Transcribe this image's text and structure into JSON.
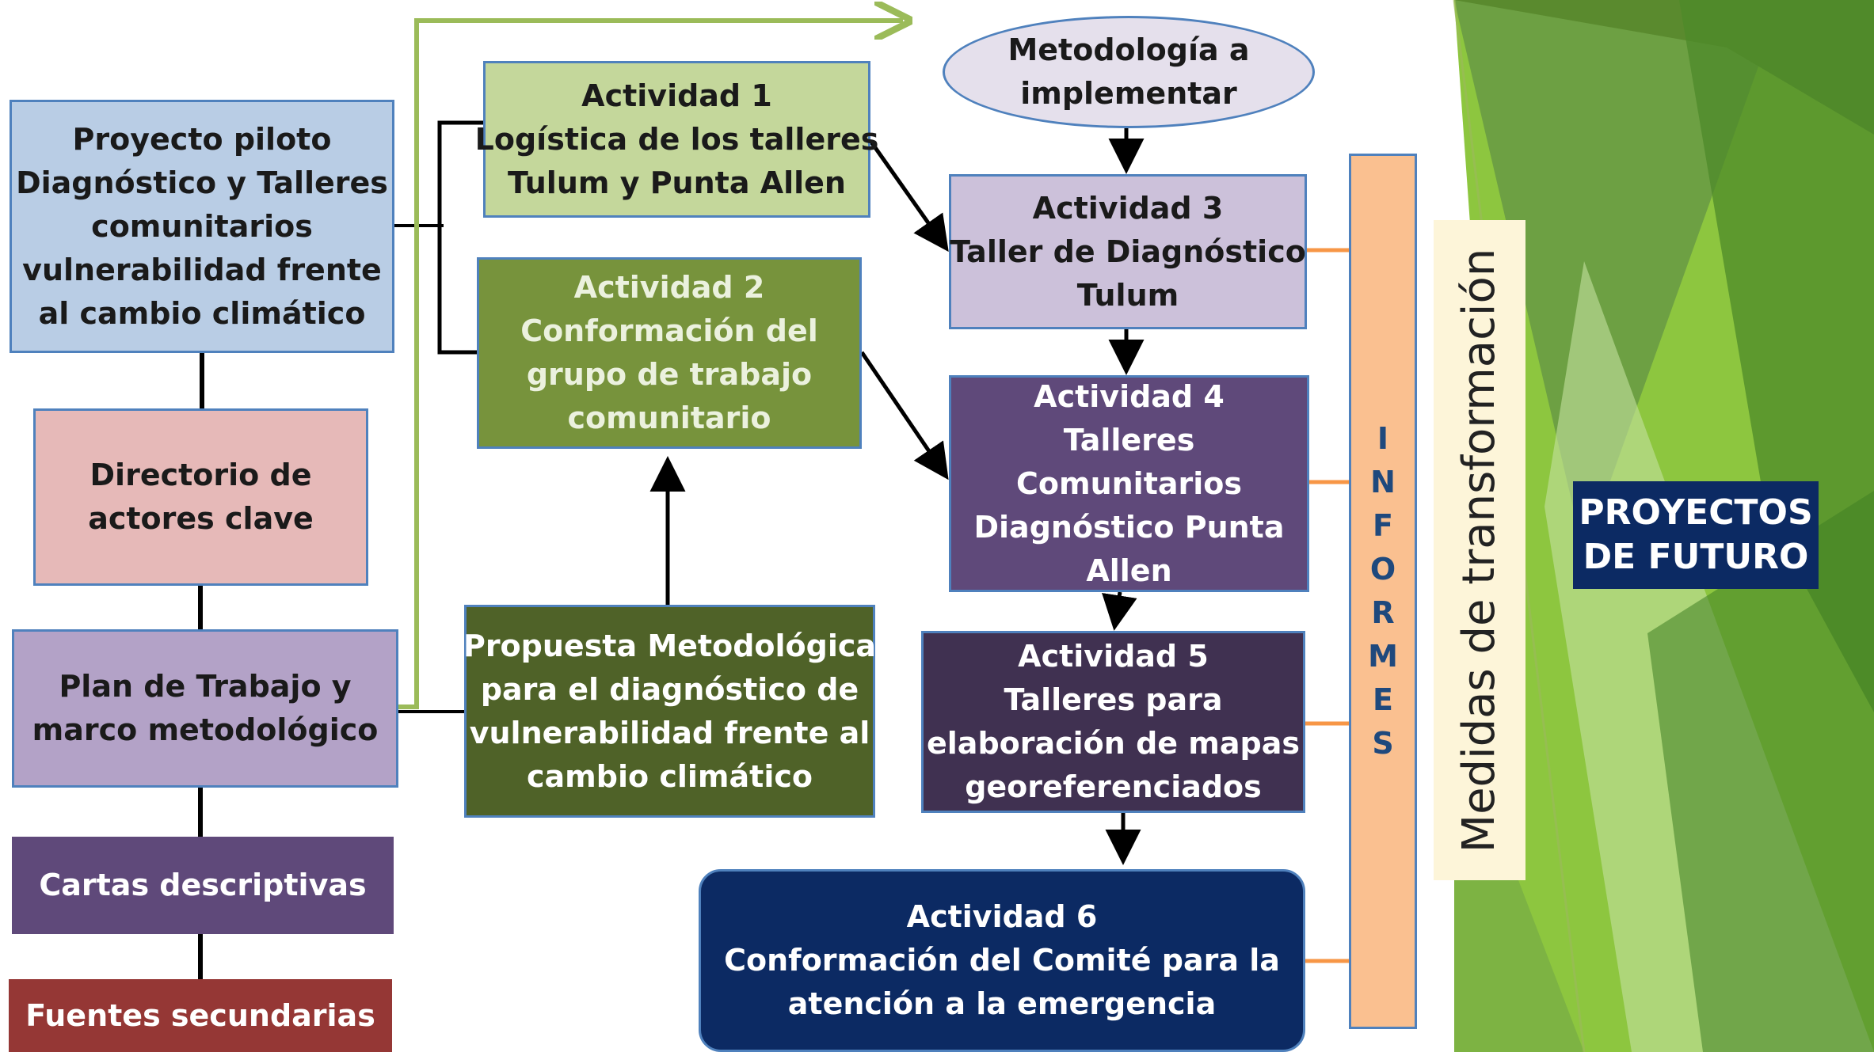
{
  "colors": {
    "green_dark": "#5a8a2e",
    "green_light": "#8dc63f",
    "slide_green": "#9bbb59",
    "navy": "#0c2a63",
    "connector_orange": "#f79646",
    "connector_green": "#9bbb59"
  },
  "diagram": {
    "proyecto_piloto": [
      "Proyecto piloto",
      "Diagnóstico y Talleres",
      "comunitarios",
      "vulnerabilidad  frente",
      "al cambio climático"
    ],
    "directorio": [
      "Directorio de",
      "actores clave"
    ],
    "plan_trabajo": [
      "Plan de Trabajo y",
      "marco metodológico"
    ],
    "cartas": [
      "Cartas descriptivas"
    ],
    "fuentes": [
      "Fuentes secundarias"
    ],
    "actividad1": [
      "Actividad 1",
      "Logística de  los talleres",
      "Tulum  y Punta  Allen"
    ],
    "actividad2": [
      "Actividad 2",
      "Conformación  del",
      "grupo de trabajo",
      "comunitario"
    ],
    "propuesta": [
      "Propuesta  Metodológica",
      "para el diagnóstico de",
      "vulnerabilidad   frente al",
      "cambio climático"
    ],
    "metodologia": [
      "Metodología  a",
      "implementar"
    ],
    "actividad3": [
      "Actividad 3",
      "Taller de Diagnóstico",
      "Tulum"
    ],
    "actividad4": [
      "Actividad 4",
      "Talleres",
      "Comunitarios",
      "Diagnóstico Punta",
      "Allen"
    ],
    "actividad5": [
      "Actividad 5",
      "Talleres para",
      "elaboración  de mapas",
      "georeferenciados"
    ],
    "actividad6": [
      "Actividad 6",
      "Conformación  del Comité para la",
      "atención  a la emergencia"
    ],
    "informes": "INFORMES",
    "medidas": "Medidas de transformación"
  },
  "badge": [
    "PROYECTOS",
    "DE FUTURO"
  ]
}
